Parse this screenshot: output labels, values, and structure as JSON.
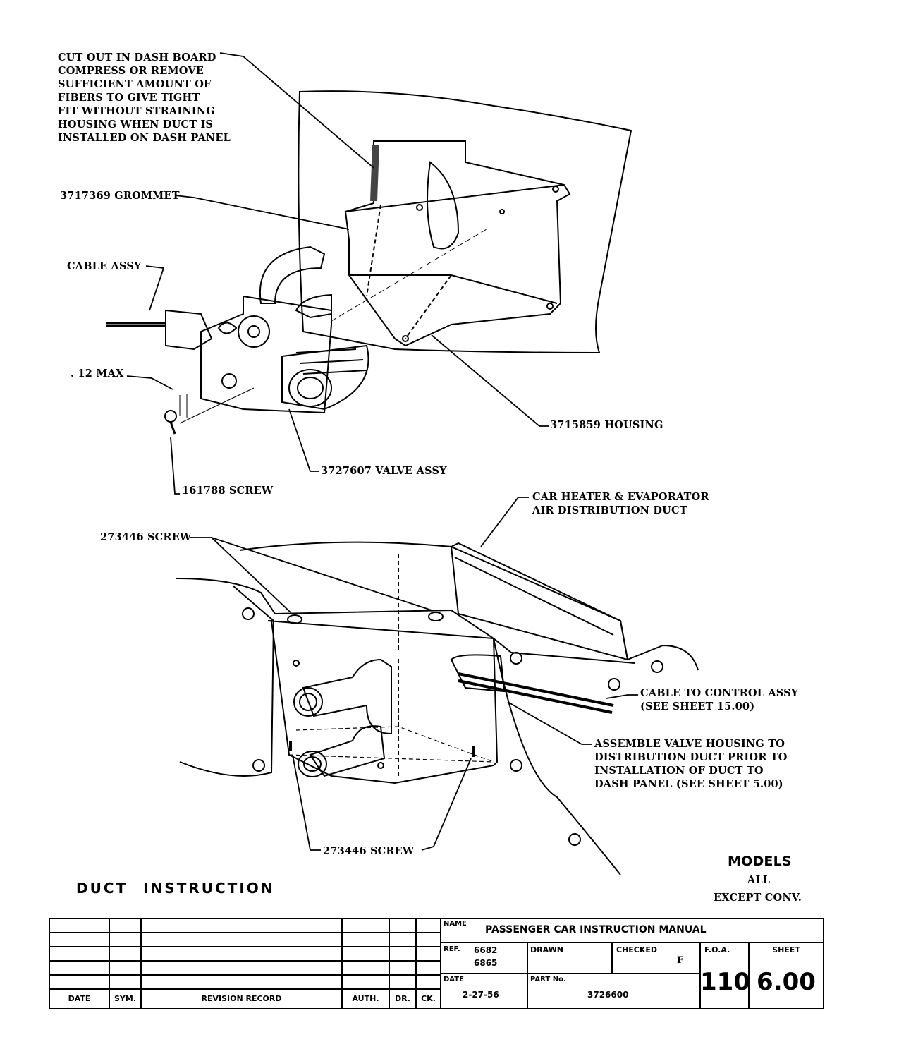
{
  "callouts": {
    "dash_cutout": "CUT OUT IN DASH BOARD\nCOMPRESS OR REMOVE\nSUFFICIENT AMOUNT OF\nFIBERS TO GIVE TIGHT\nFIT WITHOUT STRAINING\nHOUSING WHEN DUCT IS\nINSTALLED ON DASH PANEL",
    "grommet": "3717369 GROMMET",
    "cable_assy": "CABLE ASSY",
    "max": ". 12 MAX",
    "housing": "3715859 HOUSING",
    "valve_assy": "3727607 VALVE ASSY",
    "screw_161788": "161788 SCREW",
    "duct": "CAR HEATER & EVAPORATOR\nAIR DISTRIBUTION DUCT",
    "screw_top": "273446 SCREW",
    "cable_control": "CABLE TO CONTROL ASSY\n(SEE SHEET 15.00)",
    "assemble": "ASSEMBLE VALVE HOUSING TO\nDISTRIBUTION DUCT PRIOR TO\nINSTALLATION OF DUCT TO\nDASH PANEL (SEE SHEET 5.00)",
    "screw_bottom": "273446 SCREW"
  },
  "models": {
    "heading": "MODELS",
    "line1": "ALL",
    "line2": "EXCEPT CONV."
  },
  "title": "DUCT INSTRUCTION",
  "title_block": {
    "revision_headers": [
      "DATE",
      "SYM.",
      "REVISION RECORD",
      "AUTH.",
      "DR.",
      "CK."
    ],
    "name_label": "NAME",
    "name_value": "PASSENGER CAR INSTRUCTION MANUAL",
    "ref_label": "REF.",
    "ref_values": [
      "6682",
      "6865"
    ],
    "drawn_label": "DRAWN",
    "checked_label": "CHECKED",
    "checked_value": "F",
    "foa_label": "F.O.A.",
    "foa_value": "110",
    "sheet_label": "SHEET",
    "sheet_value": "6.00",
    "date_label": "DATE",
    "date_value": "2-27-56",
    "part_label": "PART No.",
    "part_value": "3726600"
  }
}
